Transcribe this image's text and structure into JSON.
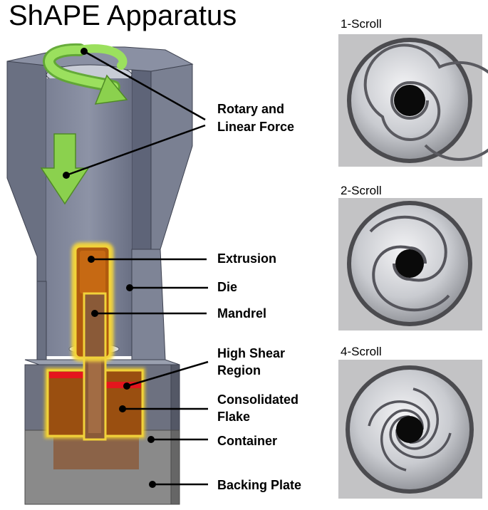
{
  "title": "ShAPE Apparatus",
  "callouts": {
    "rotary_linear": [
      "Rotary and",
      "Linear Force"
    ],
    "extrusion": "Extrusion",
    "die": "Die",
    "mandrel": "Mandrel",
    "high_shear": [
      "High Shear",
      "Region"
    ],
    "consolidated": [
      "Consolidated",
      "Flake"
    ],
    "container": "Container",
    "backing_plate": "Backing Plate"
  },
  "scroll_photos": [
    {
      "label": "1-Scroll",
      "arms": 1
    },
    {
      "label": "2-Scroll",
      "arms": 2
    },
    {
      "label": "4-Scroll",
      "arms": 4
    }
  ],
  "colors": {
    "steel_dark": "#5f6577",
    "steel_mid": "#7c8294",
    "steel_light": "#a8adbd",
    "container_gray": "#6f7380",
    "backing_gray": "#8a8a8a",
    "flake": "#9a4f10",
    "flake_glow": "#e8c830",
    "shear_red": "#e4161d",
    "arrow_green": "#8bd14e"
  }
}
